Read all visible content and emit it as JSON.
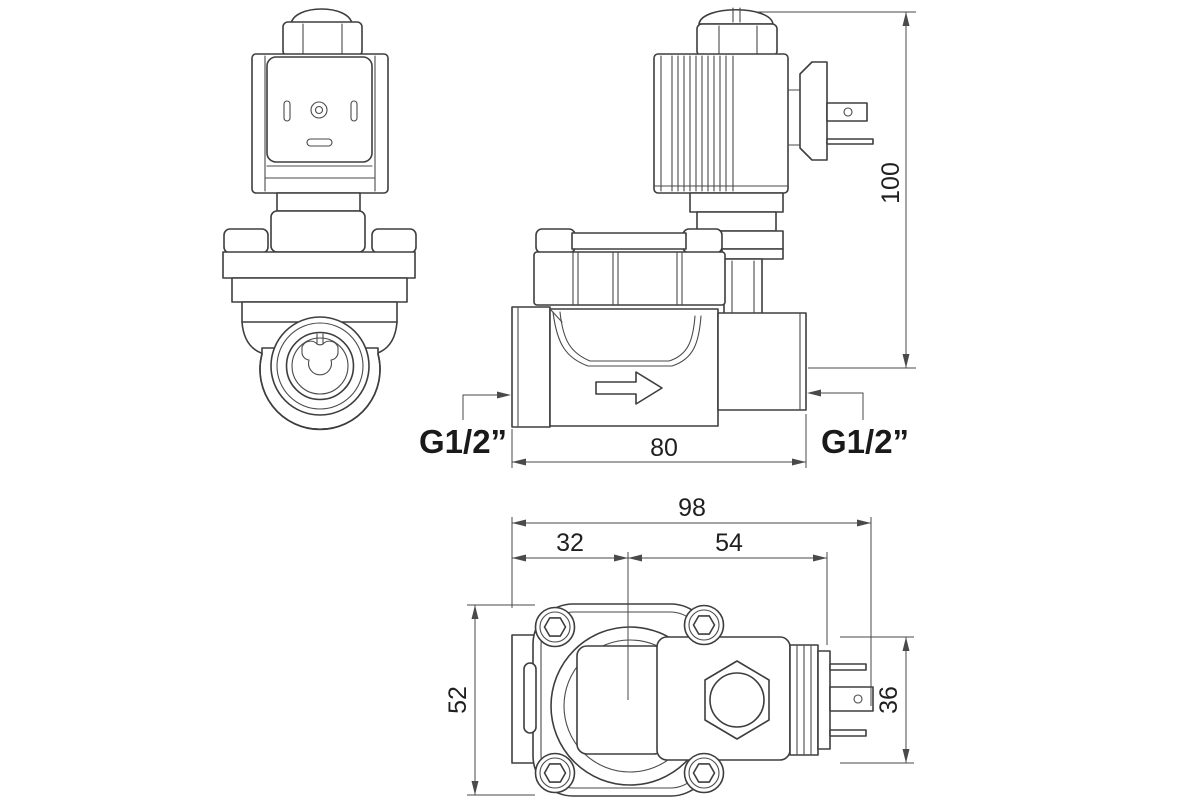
{
  "drawing": {
    "kind": "technical-dimension-drawing",
    "background": "#ffffff",
    "line_color": "#3e3e3e",
    "dimension_color": "#4a4a4a",
    "text_color": "#1f1f1f"
  },
  "dimensions": {
    "overall_height": "100",
    "body_length": "80",
    "overall_length": "98",
    "port_center_offset": "32",
    "coil_section": "54",
    "body_width": "52",
    "coil_width": "36"
  },
  "labels": {
    "inlet_thread": "G1/2”",
    "outlet_thread": "G1/2”"
  }
}
